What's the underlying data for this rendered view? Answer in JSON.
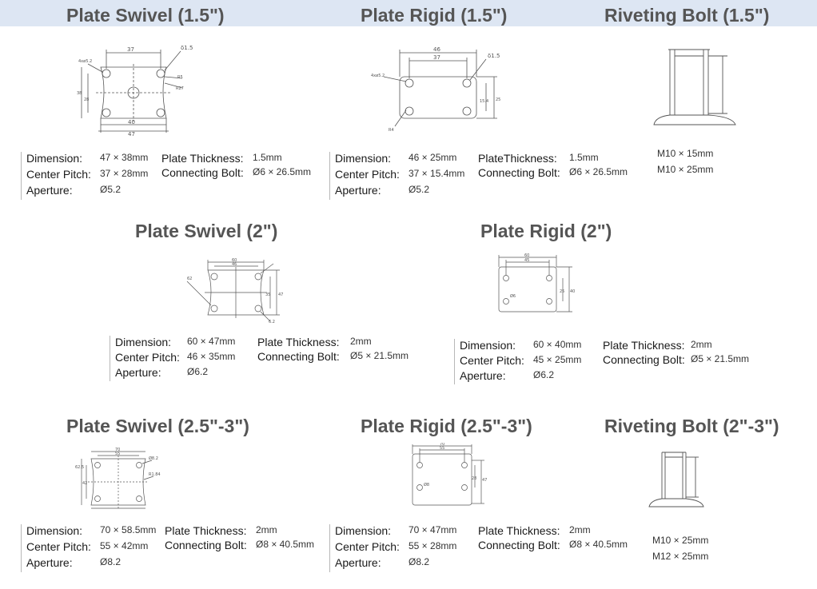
{
  "labels": {
    "dimension": "Dimension:",
    "center_pitch": "Center Pitch:",
    "aperture": "Aperture:",
    "plate_thickness": "Plate Thickness:",
    "plate_thickness_nospace": "PlateThickness:",
    "connecting_bolt": "Connecting Bolt:"
  },
  "sections": {
    "swivel_15": {
      "title": "Plate Swivel (1.5\")",
      "dimension": "47 × 38mm",
      "center_pitch": "37 × 28mm",
      "aperture": "Ø5.2",
      "plate_thickness": "1.5mm",
      "connecting_bolt": "Ø6 × 26.5mm",
      "drawing": {
        "top": "37",
        "bottom1": "40",
        "bottom2": "47",
        "holes": "4xø5.2",
        "thick": "δ1.5",
        "r1": "R5",
        "r2": "R27",
        "v1": "38",
        "v2": "28"
      }
    },
    "rigid_15": {
      "title": "Plate Rigid (1.5\")",
      "dimension": "46 × 25mm",
      "center_pitch": "37 × 15.4mm",
      "aperture": "Ø5.2",
      "plate_thickness": "1.5mm",
      "connecting_bolt": "Ø6 × 26.5mm",
      "drawing": {
        "top1": "46",
        "top2": "37",
        "thick": "δ1.5",
        "holes": "4xø5.2",
        "v1": "15.4",
        "v2": "25",
        "r": "R4"
      }
    },
    "bolt_15": {
      "title": "Riveting Bolt (1.5\")",
      "sizes": [
        "M10 × 15mm",
        "M10 × 25mm"
      ]
    },
    "swivel_2": {
      "title": "Plate Swivel (2\")",
      "dimension": "60 × 47mm",
      "center_pitch": "46 × 35mm",
      "aperture": "Ø6.2",
      "plate_thickness": "2mm",
      "connecting_bolt": "Ø5 × 21.5mm",
      "drawing": {
        "top1": "60",
        "top2": "46",
        "r": "62",
        "v1": "47",
        "v2": "35",
        "h": "6.2"
      }
    },
    "rigid_2": {
      "title": "Plate Rigid (2\")",
      "dimension": "60 × 40mm",
      "center_pitch": "45 × 25mm",
      "aperture": "Ø6.2",
      "plate_thickness": "2mm",
      "connecting_bolt": "Ø5 × 21.5mm",
      "drawing": {
        "top1": "60",
        "top2": "45",
        "v1": "25",
        "v2": "40",
        "h": "Ø6"
      }
    },
    "swivel_25": {
      "title": "Plate Swivel (2.5\"-3\")",
      "dimension": "70 × 58.5mm",
      "center_pitch": "55 × 42mm",
      "aperture": "Ø8.2",
      "plate_thickness": "2mm",
      "connecting_bolt": "Ø8 × 40.5mm",
      "drawing": {
        "top1": "70",
        "top2": "55",
        "r": "62.5",
        "v": "42",
        "h": "Ø8.2",
        "side": "R1.84"
      }
    },
    "rigid_25": {
      "title": "Plate Rigid (2.5\"-3\")",
      "dimension": "70 × 47mm",
      "center_pitch": "55 × 28mm",
      "aperture": "Ø8.2",
      "plate_thickness": "2mm",
      "connecting_bolt": "Ø8 × 40.5mm",
      "drawing": {
        "top1": "70",
        "top2": "55",
        "v1": "28",
        "v2": "47",
        "h": "Ø8"
      }
    },
    "bolt_2_3": {
      "title": "Riveting Bolt (2\"-3\")",
      "sizes": [
        "M10 × 25mm",
        "M12 × 25mm"
      ]
    }
  },
  "colors": {
    "header_band": "#dde6f3",
    "title_text": "#555555",
    "line": "#555555"
  }
}
